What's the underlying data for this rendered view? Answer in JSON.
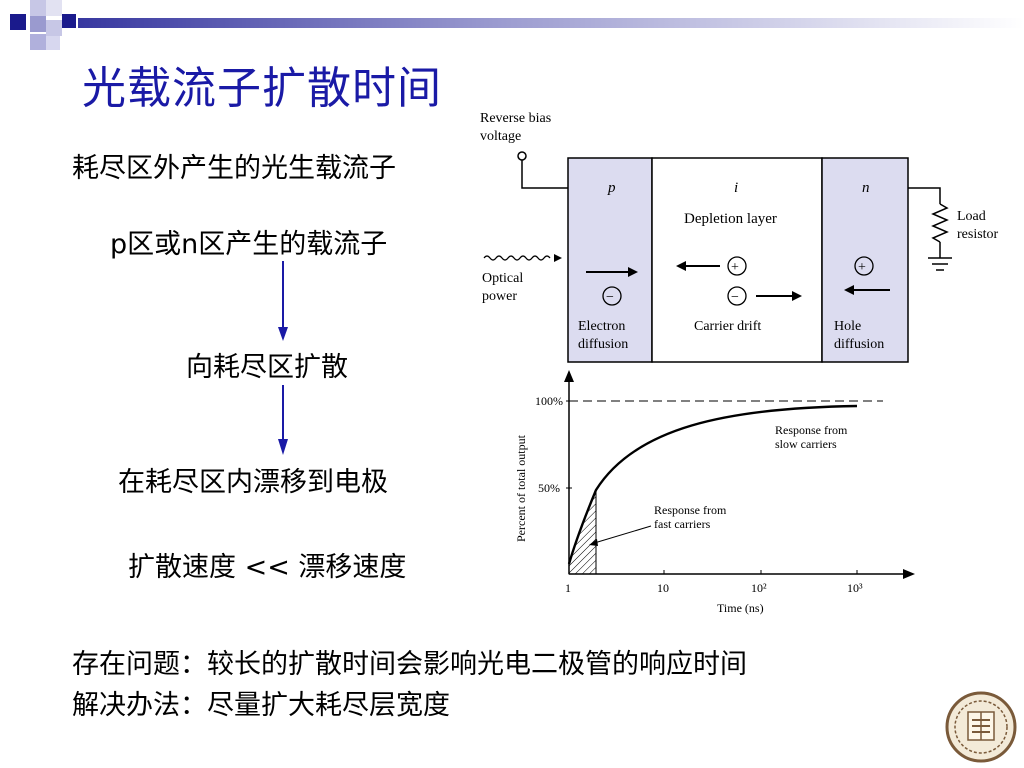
{
  "title": "光载流子扩散时间",
  "left_text": {
    "heading": "耗尽区外产生的光生载流子",
    "step1": "p区或n区产生的载流子",
    "step2": "向耗尽区扩散",
    "step3": "在耗尽区内漂移到电极",
    "comparison": "扩散速度 << 漂移速度"
  },
  "bottom_text": {
    "line1": "存在问题：较长的扩散时间会影响光电二极管的响应时间",
    "line2": "解决办法：尽量扩大耗尽层宽度"
  },
  "diagram": {
    "reverse_bias": [
      "Reverse bias",
      "voltage"
    ],
    "p_label": "p",
    "i_label": "i",
    "n_label": "n",
    "depletion_label": "Depletion layer",
    "load_resistor": [
      "Load",
      "resistor"
    ],
    "optical_power": [
      "Optical",
      "power"
    ],
    "electron_diffusion": [
      "Electron",
      "diffusion"
    ],
    "carrier_drift": "Carrier drift",
    "hole_diffusion": [
      "Hole",
      "diffusion"
    ],
    "plus_sign": "+",
    "minus_sign": "−"
  },
  "chart_data": {
    "type": "line",
    "x_scale": "log",
    "xlabel": "Time (ns)",
    "ylabel": "Percent of total output",
    "x_ticks": [
      "1",
      "10",
      "10²",
      "10³"
    ],
    "y_ticks": [
      "100%",
      "50%"
    ],
    "annotations": {
      "slow": [
        "Response from",
        "slow carriers"
      ],
      "fast": [
        "Response from",
        "fast carriers"
      ]
    }
  },
  "colors": {
    "title": "#1a1aa6",
    "region_fill": "#dcdcf0",
    "arrow_blue": "#1a1aa6"
  }
}
